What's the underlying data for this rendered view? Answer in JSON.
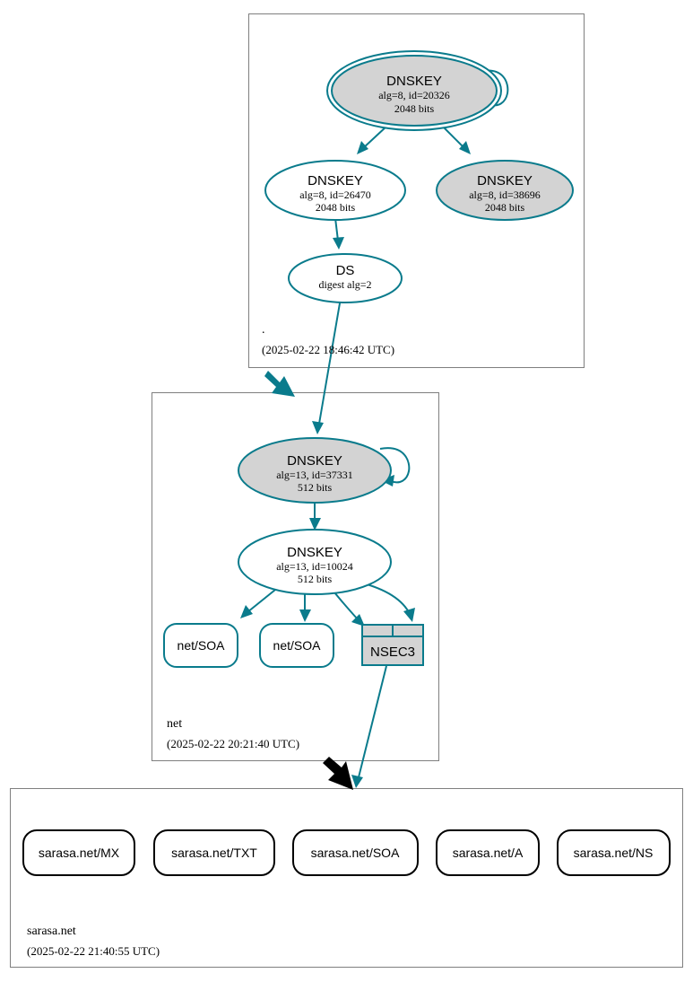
{
  "diagram": {
    "kind": "dnssec-authentication-chain",
    "colors": {
      "secure": "#0a7b8c",
      "insecure": "#000000",
      "node_fill_signed": "#d3d3d3",
      "node_fill_plain": "#ffffff",
      "zone_border": "#7f7f7f",
      "background": "#ffffff"
    }
  },
  "zones": [
    {
      "id": "root",
      "name": ".",
      "timestamp": "(2025-02-22 18:46:42 UTC)",
      "nodes": [
        {
          "id": "root-ksk",
          "type": "DNSKEY",
          "title": "DNSKEY",
          "line2": "alg=8, id=20326",
          "line3": "2048 bits",
          "alg": "8",
          "key_id": "20326",
          "key_size": "2048 bits",
          "trust_anchor": "true",
          "fill": "#d3d3d3",
          "self_signed": "true"
        },
        {
          "id": "root-zsk-26470",
          "type": "DNSKEY",
          "title": "DNSKEY",
          "line2": "alg=8, id=26470",
          "line3": "2048 bits",
          "alg": "8",
          "key_id": "26470",
          "key_size": "2048 bits",
          "trust_anchor": "false",
          "fill": "#ffffff",
          "self_signed": "false"
        },
        {
          "id": "root-zsk-38696",
          "type": "DNSKEY",
          "title": "DNSKEY",
          "line2": "alg=8, id=38696",
          "line3": "2048 bits",
          "alg": "8",
          "key_id": "38696",
          "key_size": "2048 bits",
          "trust_anchor": "false",
          "fill": "#d3d3d3",
          "self_signed": "false"
        },
        {
          "id": "root-ds",
          "type": "DS",
          "title": "DS",
          "line2": "digest alg=2",
          "line3": "",
          "digest_alg": "2",
          "fill": "#ffffff"
        }
      ]
    },
    {
      "id": "net",
      "name": "net",
      "timestamp": "(2025-02-22 20:21:40 UTC)",
      "nodes": [
        {
          "id": "net-ksk",
          "type": "DNSKEY",
          "title": "DNSKEY",
          "line2": "alg=13, id=37331",
          "line3": "512 bits",
          "alg": "13",
          "key_id": "37331",
          "key_size": "512 bits",
          "fill": "#d3d3d3",
          "self_signed": "true"
        },
        {
          "id": "net-zsk",
          "type": "DNSKEY",
          "title": "DNSKEY",
          "line2": "alg=13, id=10024",
          "line3": "512 bits",
          "alg": "13",
          "key_id": "10024",
          "key_size": "512 bits",
          "fill": "#ffffff",
          "self_signed": "false"
        },
        {
          "id": "net-soa-1",
          "type": "RRset",
          "label": "net/SOA",
          "fill": "#ffffff",
          "status": "secure"
        },
        {
          "id": "net-soa-2",
          "type": "RRset",
          "label": "net/SOA",
          "fill": "#ffffff",
          "status": "secure"
        },
        {
          "id": "net-nsec3",
          "type": "NSEC3",
          "label": "NSEC3",
          "fill": "#d3d3d3",
          "status": "secure"
        }
      ]
    },
    {
      "id": "sarasa",
      "name": "sarasa.net",
      "timestamp": "(2025-02-22 21:40:55 UTC)",
      "nodes": [
        {
          "id": "sarasa-mx",
          "type": "RRset",
          "label": "sarasa.net/MX",
          "fill": "#ffffff",
          "status": "insecure"
        },
        {
          "id": "sarasa-txt",
          "type": "RRset",
          "label": "sarasa.net/TXT",
          "fill": "#ffffff",
          "status": "insecure"
        },
        {
          "id": "sarasa-soa",
          "type": "RRset",
          "label": "sarasa.net/SOA",
          "fill": "#ffffff",
          "status": "insecure"
        },
        {
          "id": "sarasa-a",
          "type": "RRset",
          "label": "sarasa.net/A",
          "fill": "#ffffff",
          "status": "insecure"
        },
        {
          "id": "sarasa-ns",
          "type": "RRset",
          "label": "sarasa.net/NS",
          "fill": "#ffffff",
          "status": "insecure"
        }
      ]
    }
  ],
  "edges": [
    {
      "from": "root-ksk",
      "to": "root-ksk",
      "kind": "self-sign",
      "status": "secure"
    },
    {
      "from": "root-ksk",
      "to": "root-zsk-26470",
      "kind": "rrsig",
      "status": "secure"
    },
    {
      "from": "root-ksk",
      "to": "root-zsk-38696",
      "kind": "rrsig",
      "status": "secure"
    },
    {
      "from": "root-zsk-26470",
      "to": "root-ds",
      "kind": "rrsig",
      "status": "secure"
    },
    {
      "from": "root-ds",
      "to": "net-ksk",
      "kind": "ds-to-dnskey",
      "status": "secure"
    },
    {
      "from": "root",
      "to": "net",
      "kind": "delegation",
      "status": "secure"
    },
    {
      "from": "net-ksk",
      "to": "net-ksk",
      "kind": "self-sign",
      "status": "secure"
    },
    {
      "from": "net-ksk",
      "to": "net-zsk",
      "kind": "rrsig",
      "status": "secure"
    },
    {
      "from": "net-zsk",
      "to": "net-soa-1",
      "kind": "rrsig",
      "status": "secure"
    },
    {
      "from": "net-zsk",
      "to": "net-soa-2",
      "kind": "rrsig",
      "status": "secure"
    },
    {
      "from": "net-zsk",
      "to": "net-nsec3",
      "kind": "rrsig",
      "status": "secure"
    },
    {
      "from": "net-zsk",
      "to": "net-nsec3",
      "kind": "rrsig",
      "status": "secure"
    },
    {
      "from": "net-nsec3",
      "to": "sarasa",
      "kind": "nsec-proof",
      "status": "secure"
    },
    {
      "from": "net",
      "to": "sarasa",
      "kind": "delegation",
      "status": "insecure"
    }
  ]
}
